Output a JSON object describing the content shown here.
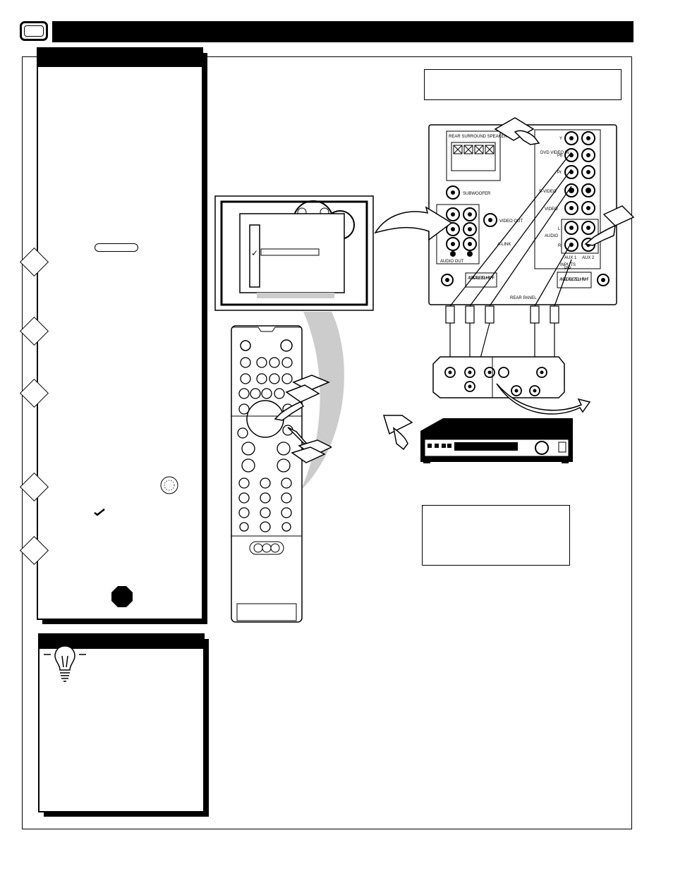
{
  "rear_panel": {
    "title": "REAR PANEL",
    "speakers_label": "REAR SURROUND SPEAKERS",
    "subwoofer_label": "SUBWOOFER",
    "audio_out_label": "AUDIO OUT",
    "video_out_label": "VIDEO OUT",
    "link_label": "A-LINK",
    "dvd_label": "DVD VIDEO IN",
    "svideo_label": "S-VIDEO",
    "video_label": "VIDEO",
    "audio_label": "AUDIO",
    "aux1_label": "AUX 1",
    "aux2_label": "AUX 2",
    "inputs_label": "INPUTS",
    "pip_label": "PIP",
    "ant_a_label": "ANT A / CABLE 75 Ω UHF/VHF",
    "ant_b_label": "ANT B / CABLE 75 Ω UHF/VHF",
    "y_label": "Y",
    "pb_label": "Pb",
    "pr_label": "Pr",
    "l_label": "L",
    "r_label": "R"
  },
  "menu_screen": {
    "check_mark": "✓"
  }
}
